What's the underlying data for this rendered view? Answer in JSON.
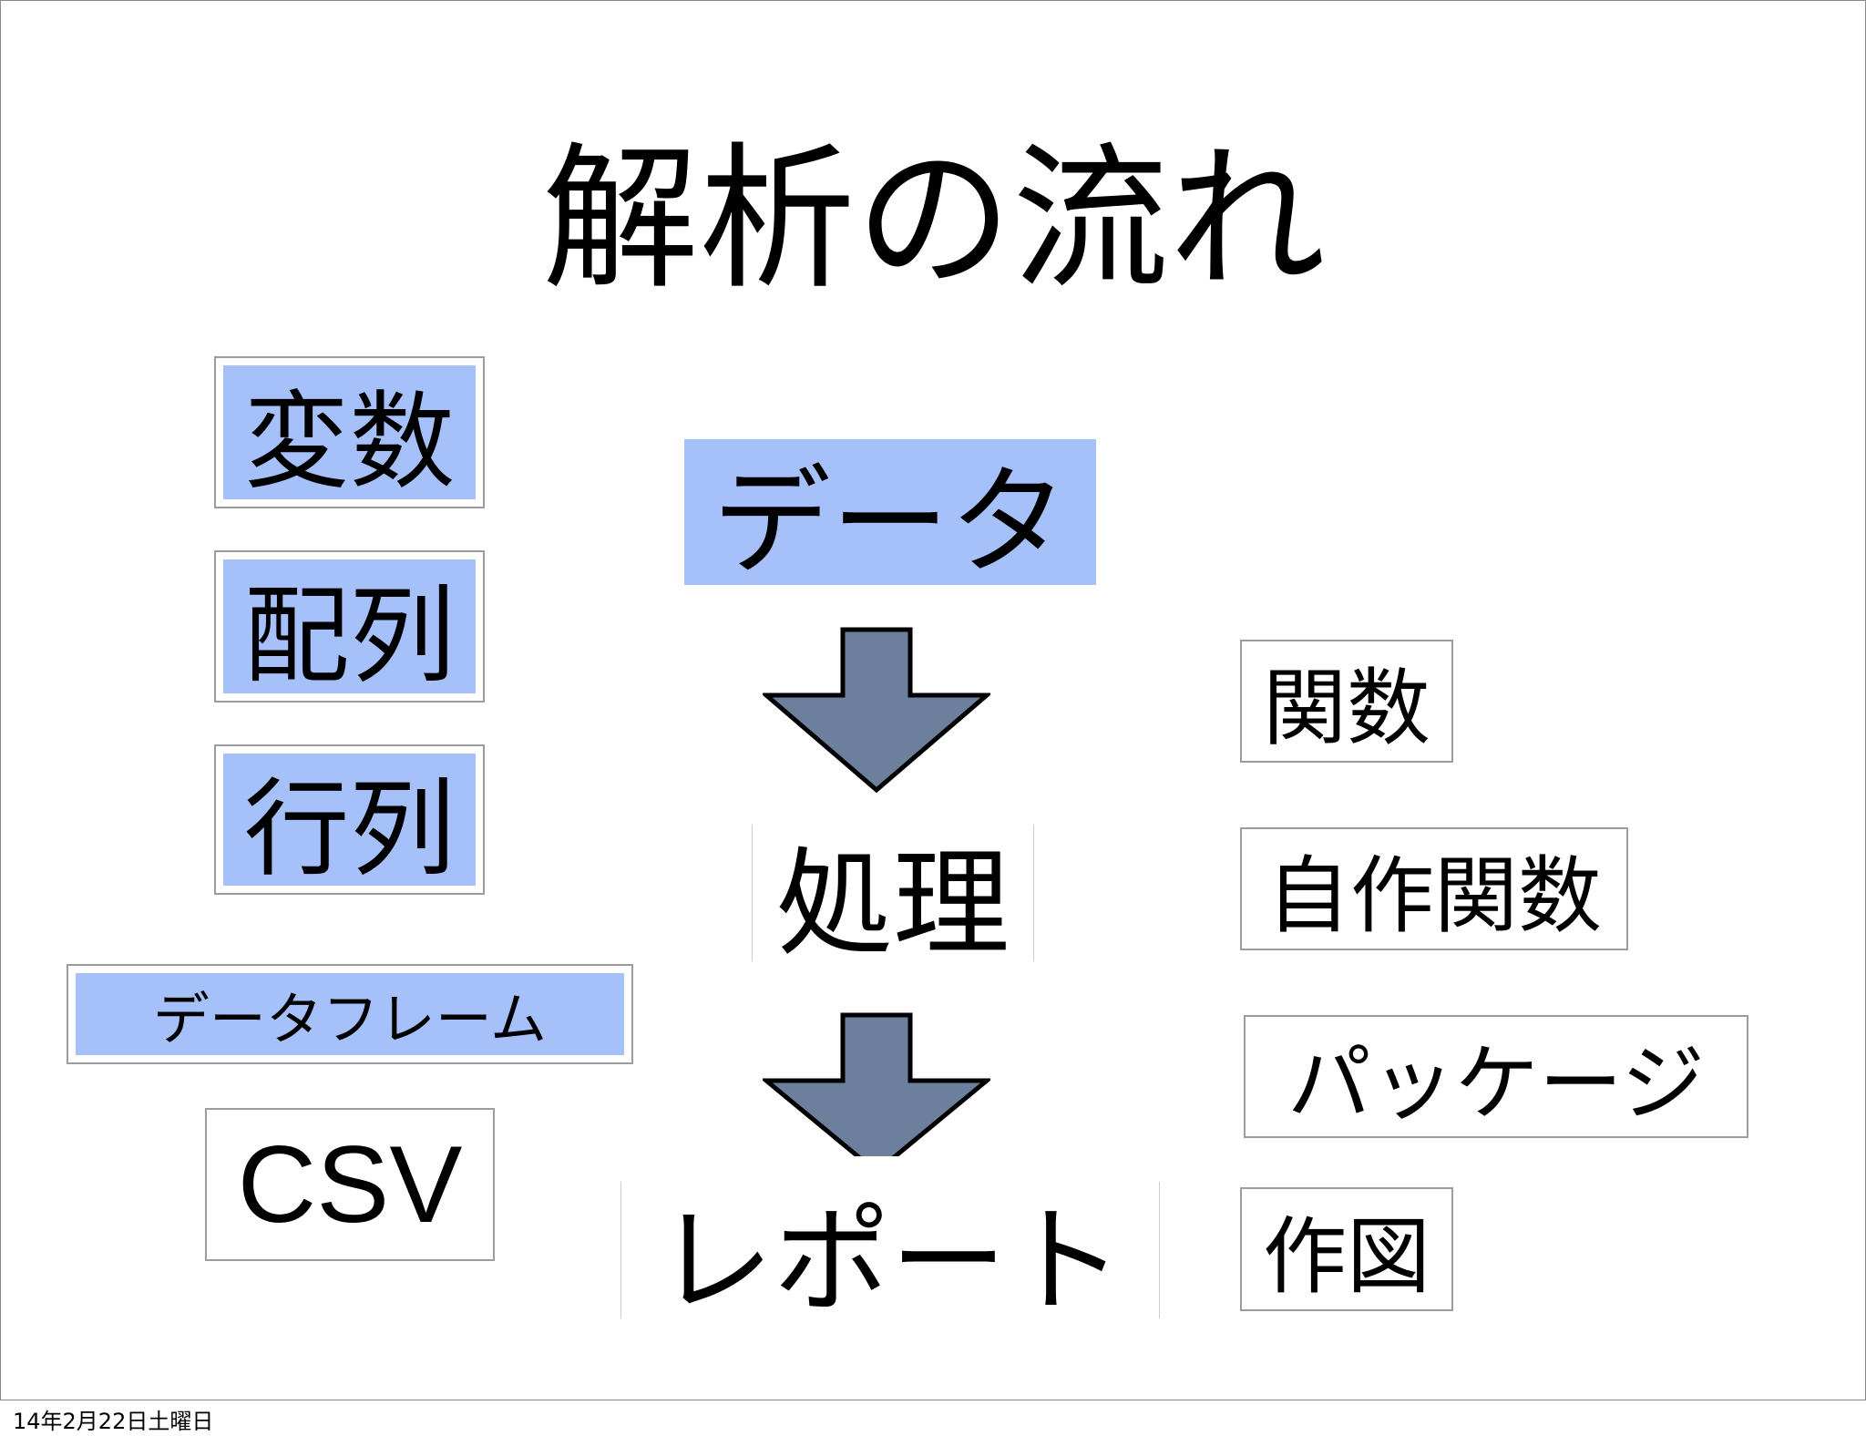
{
  "slide": {
    "title": "解析の流れ",
    "left_terms": [
      "変数",
      "配列",
      "行列",
      "データフレーム",
      "CSV"
    ],
    "flow": [
      "データ",
      "処理",
      "レポート"
    ],
    "right_terms": [
      "関数",
      "自作関数",
      "パッケージ",
      "作図"
    ],
    "footer_date": "14年2月22日土曜日"
  },
  "colors": {
    "highlight": "#a6c0fa",
    "arrow_fill": "#6c7f9c",
    "box_border": "#9c9c9c"
  },
  "icons": [
    "down-arrow-icon",
    "down-arrow-icon"
  ]
}
